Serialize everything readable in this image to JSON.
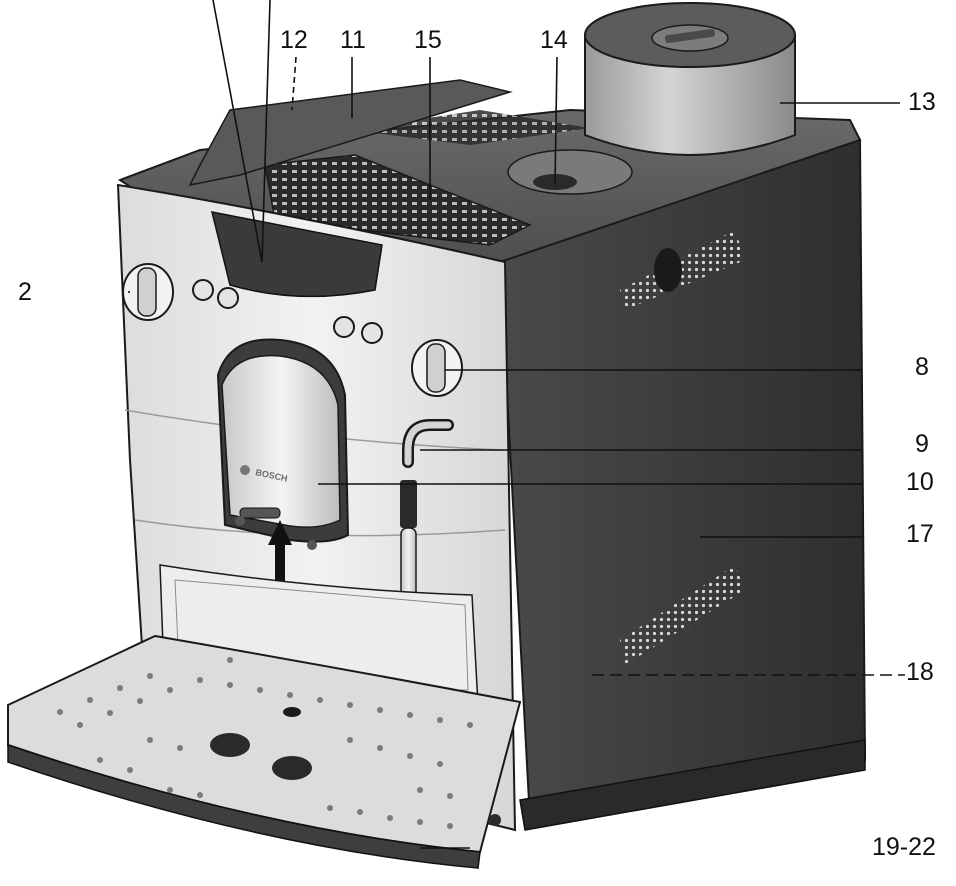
{
  "figure": {
    "figure_number": "19-22",
    "brand": "BOSCH",
    "callouts": {
      "c2": "2",
      "c8": "8",
      "c9": "9",
      "c10": "10",
      "c11": "11",
      "c12": "12",
      "c13": "13",
      "c14": "14",
      "c15": "15",
      "c17": "17",
      "c18": "18"
    },
    "colors": {
      "front_panel": "#e6e6e6",
      "dark_housing": "#3c3c3c",
      "top_cover": "#5a5a5a",
      "line": "#111111",
      "drip_tray": "#dcdcdc"
    }
  }
}
